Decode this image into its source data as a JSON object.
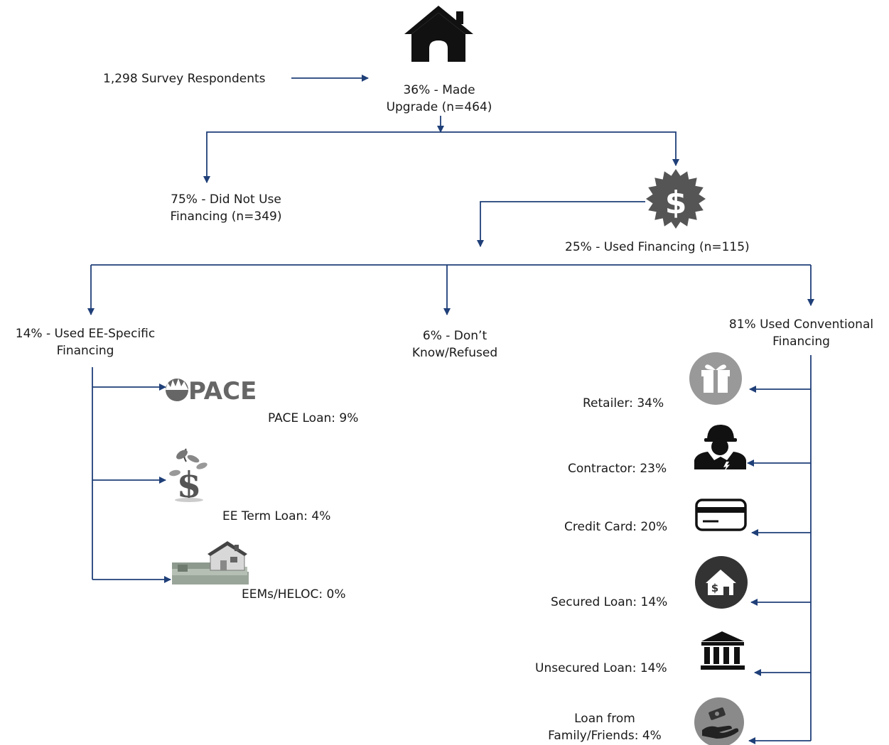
{
  "respondents": "1,298 Survey Respondents",
  "made_upgrade": [
    "36% - Made",
    "Upgrade (n=464)"
  ],
  "no_financing": [
    "75% - Did Not Use",
    "Financing (n=349)"
  ],
  "used_financing": "25% - Used Financing (n=115)",
  "ee_specific": [
    "14% - Used EE-Specific",
    "Financing"
  ],
  "dont_know": [
    "6% - Don’t",
    "Know/Refused"
  ],
  "conventional": [
    "81% Used Conventional",
    "Financing"
  ],
  "ee_items": [
    {
      "label": "PACE Loan: 9%",
      "logo_text": "PACE",
      "icon": "pace-logo"
    },
    {
      "label": "EE Term Loan: 4%",
      "icon": "dollar-plant-icon"
    },
    {
      "label": "EEMs/HELOC: 0%",
      "icon": "house-on-money-icon"
    }
  ],
  "conv_items": [
    {
      "label": "Retailer: 34%",
      "icon": "gift-icon"
    },
    {
      "label": "Contractor: 23%",
      "icon": "contractor-icon"
    },
    {
      "label": "Credit Card: 20%",
      "icon": "credit-card-icon"
    },
    {
      "label": "Secured Loan: 14%",
      "icon": "house-dollar-icon"
    },
    {
      "label": "Unsecured Loan: 14%",
      "icon": "bank-icon"
    },
    {
      "label": [
        "Loan from",
        "Family/Friends: 4%"
      ],
      "icon": "hand-money-icon"
    }
  ],
  "colors": {
    "line": "#1f3f78",
    "icon_dark": "#111111",
    "icon_grey": "#8c8c8c",
    "badge": "#555555"
  }
}
